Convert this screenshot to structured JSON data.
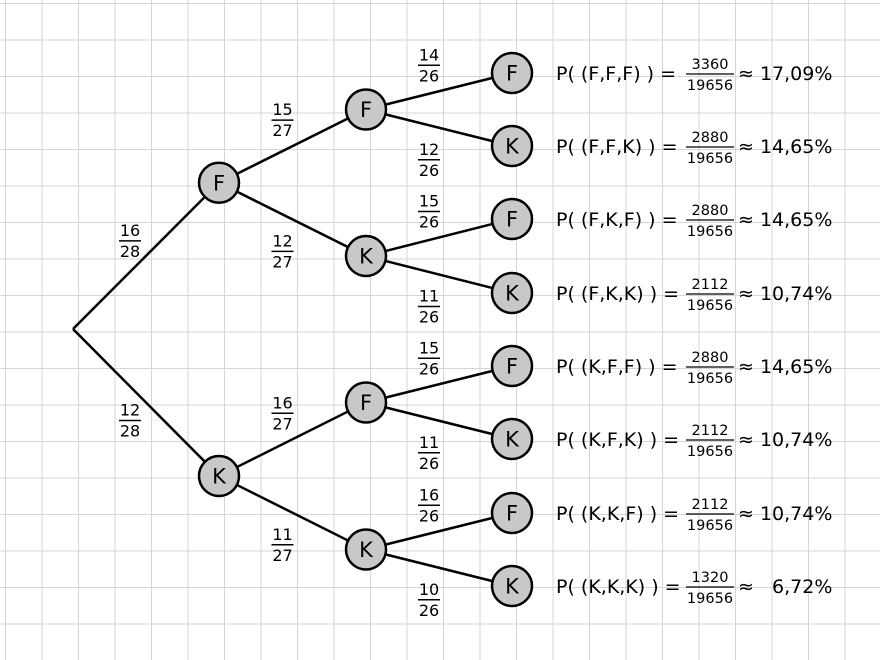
{
  "tree": {
    "root": {
      "children": [
        {
          "label": "F",
          "prob": {
            "num": "16",
            "den": "28"
          },
          "children": [
            {
              "label": "F",
              "prob": {
                "num": "15",
                "den": "27"
              },
              "children": [
                {
                  "label": "F",
                  "prob": {
                    "num": "14",
                    "den": "26"
                  }
                },
                {
                  "label": "K",
                  "prob": {
                    "num": "12",
                    "den": "26"
                  }
                }
              ]
            },
            {
              "label": "K",
              "prob": {
                "num": "12",
                "den": "27"
              },
              "children": [
                {
                  "label": "F",
                  "prob": {
                    "num": "15",
                    "den": "26"
                  }
                },
                {
                  "label": "K",
                  "prob": {
                    "num": "11",
                    "den": "26"
                  }
                }
              ]
            }
          ]
        },
        {
          "label": "K",
          "prob": {
            "num": "12",
            "den": "28"
          },
          "children": [
            {
              "label": "F",
              "prob": {
                "num": "16",
                "den": "27"
              },
              "children": [
                {
                  "label": "F",
                  "prob": {
                    "num": "15",
                    "den": "26"
                  }
                },
                {
                  "label": "K",
                  "prob": {
                    "num": "11",
                    "den": "26"
                  }
                }
              ]
            },
            {
              "label": "K",
              "prob": {
                "num": "11",
                "den": "27"
              },
              "children": [
                {
                  "label": "F",
                  "prob": {
                    "num": "16",
                    "den": "26"
                  }
                },
                {
                  "label": "K",
                  "prob": {
                    "num": "10",
                    "den": "26"
                  }
                }
              ]
            }
          ]
        }
      ]
    }
  },
  "results": [
    {
      "path": "P( (F,F,F) ) =",
      "num": "3360",
      "den": "19656",
      "approx": "≈ 17,09%"
    },
    {
      "path": "P( (F,F,K) ) =",
      "num": "2880",
      "den": "19656",
      "approx": "≈ 14,65%"
    },
    {
      "path": "P( (F,K,F) ) =",
      "num": "2880",
      "den": "19656",
      "approx": "≈ 14,65%"
    },
    {
      "path": "P( (F,K,K) ) =",
      "num": "2112",
      "den": "19656",
      "approx": "≈ 10,74%"
    },
    {
      "path": "P( (K,F,F) ) =",
      "num": "2880",
      "den": "19656",
      "approx": "≈ 14,65%"
    },
    {
      "path": "P( (K,F,K) ) =",
      "num": "2112",
      "den": "19656",
      "approx": "≈ 10,74%"
    },
    {
      "path": "P( (K,K,F) ) =",
      "num": "2112",
      "den": "19656",
      "approx": "≈ 10,74%"
    },
    {
      "path": "P( (K,K,K) ) =",
      "num": "1320",
      "den": "19656",
      "approx": "≈   6,72%"
    }
  ]
}
